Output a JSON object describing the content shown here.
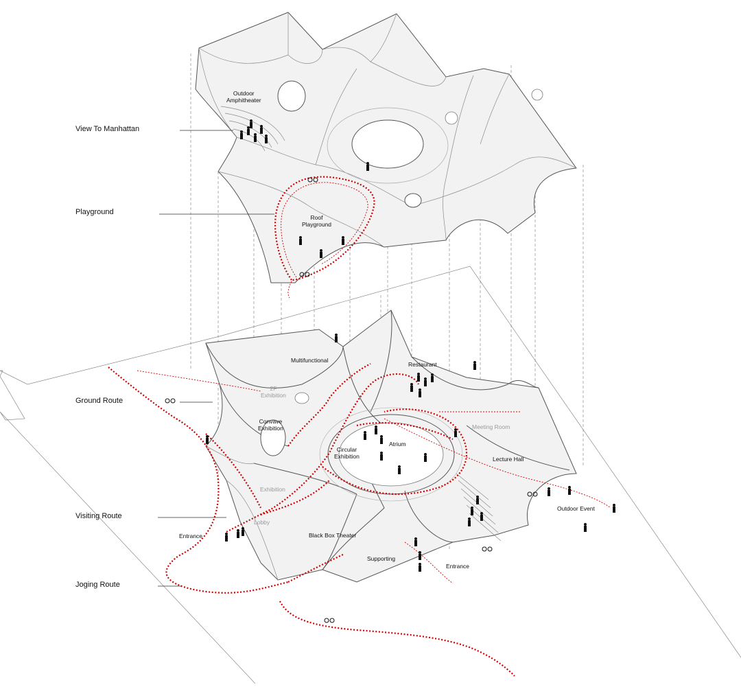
{
  "side_labels": {
    "view_to_manhattan": "View To Manhattan",
    "playground": "Playground",
    "ground_route": "Ground Route",
    "visiting_route": "Visiting Route",
    "joging_route": "Joging Route"
  },
  "roof_labels": {
    "outdoor_amphitheater": "Outdoor\nAmphitheater",
    "roof_playground": "Roof\nPlayground"
  },
  "ground_labels": {
    "multifunctional": "Multifunctional",
    "restaurant": "Restaurant",
    "exhibition_2f": "2F\nExhibition",
    "convave_exhibition": "Convave\nExhibition",
    "meeting_room": "Meeting Room",
    "atrium": "Atrium",
    "circular_exhibition": "Circular\nExhibition",
    "lecture_hall": "Lecture Hall",
    "exhibition": "Exhibition",
    "outdoor_event": "Outdoor Event",
    "lobby": "Lobby",
    "entrance_left": "Entrance",
    "black_box_theater": "Black Box Theater",
    "supporting": "Supporting",
    "entrance_right": "Entrance"
  },
  "colors": {
    "route": "#d00000",
    "line": "#555555",
    "shell": "#f2f2f2",
    "text": "#111111"
  }
}
